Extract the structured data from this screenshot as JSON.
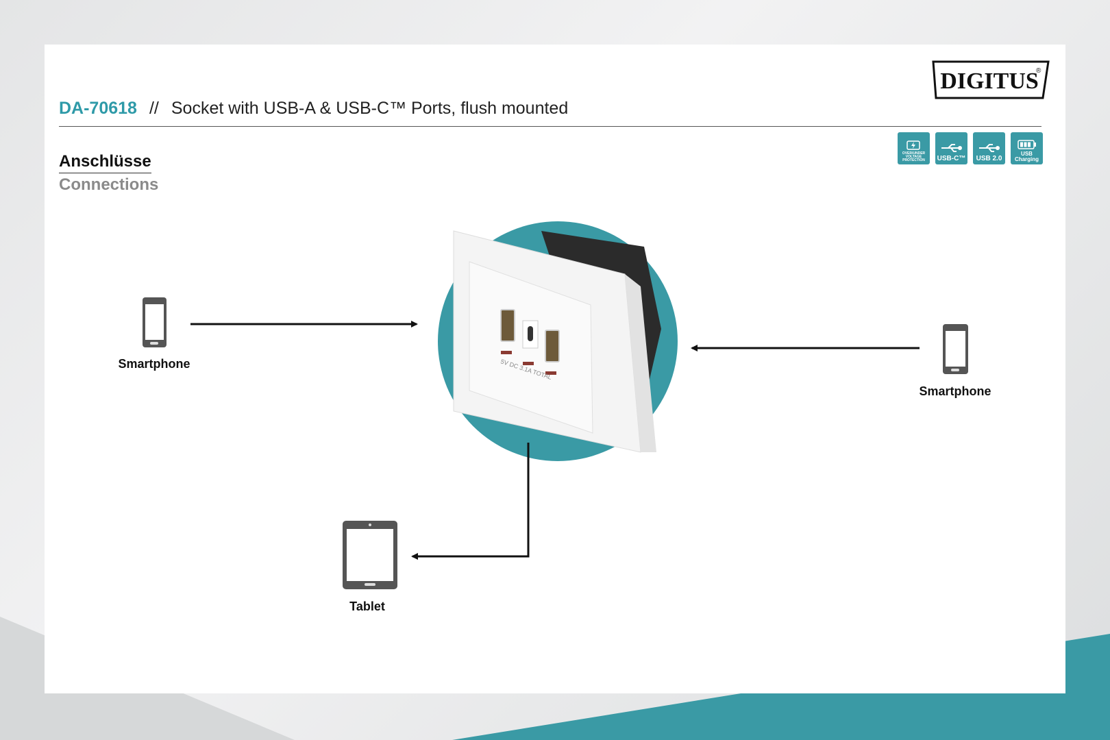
{
  "header": {
    "code": "DA-70618",
    "separator": "//",
    "title": "Socket with USB-A & USB-C™ Ports, flush mounted",
    "logo": "DIGITUS"
  },
  "badges": [
    {
      "icon": "lightning-battery-icon",
      "label": "OVER/UNDER VOLTAGE PROTECTION"
    },
    {
      "icon": "usb-icon",
      "label": "USB-C™"
    },
    {
      "icon": "usb-icon",
      "label": "USB 2.0"
    },
    {
      "icon": "battery-icon",
      "label": "USB Charging"
    }
  ],
  "section": {
    "title_de": "Anschlüsse",
    "title_en": "Connections"
  },
  "diagram": {
    "socket_print": "5V DC 3.1A TOTAL",
    "devices": [
      {
        "label": "Smartphone",
        "icon": "smartphone-icon"
      },
      {
        "label": "Smartphone",
        "icon": "smartphone-icon"
      },
      {
        "label": "Tablet",
        "icon": "tablet-icon"
      }
    ]
  },
  "colors": {
    "accent": "#2e9aa8",
    "circle": "#3a9aa5"
  }
}
